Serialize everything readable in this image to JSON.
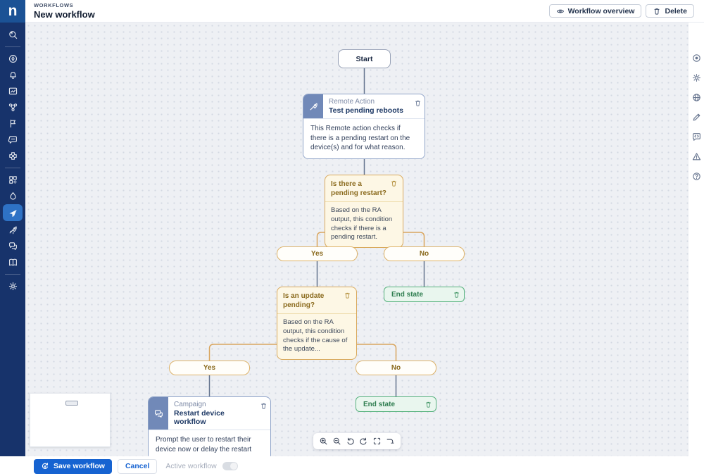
{
  "header": {
    "logo_letter": "n",
    "breadcrumb": "WORKFLOWS",
    "title": "New workflow",
    "overview_button": "Workflow overview",
    "delete_button": "Delete"
  },
  "left_rail": {
    "items": [
      {
        "icon": "search-history-icon"
      },
      {
        "icon": "compass-icon"
      },
      {
        "icon": "bell-icon"
      },
      {
        "icon": "dashboards-icon"
      },
      {
        "icon": "network-icon"
      },
      {
        "icon": "flag-icon"
      },
      {
        "icon": "message-edit-icon"
      },
      {
        "icon": "integrations-icon"
      },
      {
        "icon": "grid-icon"
      },
      {
        "icon": "droplet-icon"
      },
      {
        "icon": "workflows-icon",
        "active": true
      },
      {
        "icon": "rocket-icon"
      },
      {
        "icon": "campaigns-icon"
      },
      {
        "icon": "library-icon"
      },
      {
        "icon": "settings-icon"
      }
    ]
  },
  "right_rail": {
    "items": [
      {
        "icon": "target-icon"
      },
      {
        "icon": "gear-icon"
      },
      {
        "icon": "globe-icon"
      },
      {
        "icon": "pencil-icon"
      },
      {
        "icon": "code-comment-icon"
      },
      {
        "icon": "warning-icon"
      },
      {
        "icon": "help-icon"
      }
    ]
  },
  "workflow": {
    "start": {
      "label": "Start"
    },
    "remote_action": {
      "type_label": "Remote Action",
      "title": "Test pending reboots",
      "description": "This Remote action checks if there is a pending restart on the device(s) and for what reason."
    },
    "condition1": {
      "title": "Is there a pending restart?",
      "description": "Based on the RA output, this condition checks if there is a pending restart."
    },
    "branch1": {
      "yes": "Yes",
      "no": "No"
    },
    "condition2": {
      "title": "Is an update pending?",
      "description": "Based on the RA output, this condition checks if the cause of the update..."
    },
    "end_state1": {
      "label": "End state"
    },
    "branch2": {
      "yes": "Yes",
      "no": "No"
    },
    "campaign": {
      "type_label": "Campaign",
      "title": "Restart device workflow",
      "description": "Prompt the user to restart their device now or delay the restart"
    },
    "end_state2": {
      "label": "End state"
    }
  },
  "zoom_toolbar": {
    "items": [
      {
        "icon": "zoom-in-icon"
      },
      {
        "icon": "zoom-out-icon"
      },
      {
        "icon": "undo-icon"
      },
      {
        "icon": "redo-icon"
      },
      {
        "icon": "fit-view-icon"
      },
      {
        "icon": "auto-layout-icon"
      }
    ]
  },
  "footer": {
    "save_button": "Save workflow",
    "cancel_button": "Cancel",
    "active_toggle_label": "Active workflow",
    "active_toggle_state": "off"
  },
  "colors": {
    "rail_navy": "#17336b",
    "rail_active_blue": "#2e72c5",
    "logo_blue": "#1b5295",
    "accent_blue": "#1663d1",
    "node_header_blue": "#7189b8",
    "node_border_blue": "#8fa3c8",
    "condition_gold_border": "#d9a95c",
    "condition_bg": "#fdf7e5",
    "edge_gold": "#d9a55e",
    "edge_slate": "#64748f",
    "end_green_border": "#57b27e",
    "end_green_bg": "#e9f6ee",
    "canvas_bg": "#eef0f4"
  }
}
